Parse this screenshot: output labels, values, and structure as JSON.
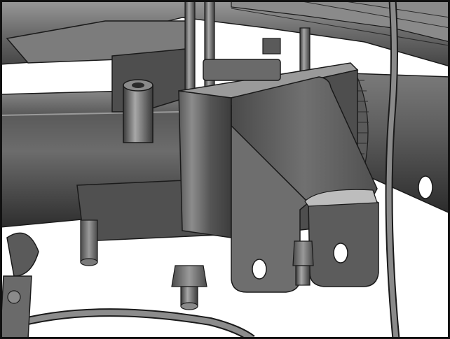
{
  "viewport": {
    "kind": "3d-cad-model-view",
    "render_style": "shaded-with-edges",
    "colors": {
      "background": "#ffffff",
      "frame_border": "#111111",
      "metal_dark": "#3c3c3c",
      "metal_mid": "#6e6e6e",
      "metal_light": "#b4b4b4",
      "edge_line": "#1a1a1a"
    }
  },
  "scene_parts": [
    "cross-tube",
    "mounting-bracket",
    "shackle-bracket",
    "u-bolt",
    "nut",
    "threaded-stud",
    "spacer-sleeve",
    "vertical-rod",
    "brake-line",
    "gear-ring",
    "upper-frame-rail"
  ]
}
